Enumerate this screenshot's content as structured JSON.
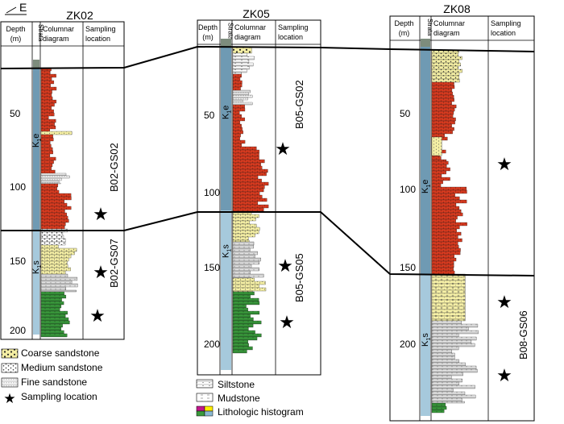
{
  "direction_label": "E",
  "column_headers": {
    "depth": [
      "Depth",
      "(m)"
    ],
    "strata": "Strata",
    "columnar": [
      "Columnar",
      "diagram"
    ],
    "sampling": [
      "Sampling",
      "location"
    ]
  },
  "boreholes": [
    {
      "name": "ZK02",
      "depth_ticks": [
        "50",
        "100",
        "150",
        "200"
      ],
      "units": [
        {
          "label": "K",
          "sub": "1",
          "suffix": "e"
        },
        {
          "label": "K",
          "sub": "1",
          "suffix": "s"
        }
      ],
      "samples": [
        "B02-GS02",
        "B02-GS07"
      ]
    },
    {
      "name": "ZK05",
      "depth_ticks": [
        "50",
        "100",
        "150",
        "200"
      ],
      "units": [
        {
          "label": "K",
          "sub": "1",
          "suffix": "e"
        },
        {
          "label": "K",
          "sub": "1",
          "suffix": "s"
        }
      ],
      "samples": [
        "B05-GS02",
        "B05-GS05"
      ]
    },
    {
      "name": "ZK08",
      "depth_ticks": [
        "50",
        "100",
        "150",
        "200"
      ],
      "units": [
        {
          "label": "K",
          "sub": "1",
          "suffix": "e"
        },
        {
          "label": "K",
          "sub": "1",
          "suffix": "s"
        }
      ],
      "samples": [
        "B08-GS06"
      ]
    }
  ],
  "legend_left": [
    "Coarse sandstone",
    "Medium sandstone",
    "Fine sandstone",
    "Sampling location"
  ],
  "legend_mid": [
    "Siltstone",
    "Mudstone",
    "Lithologic histogram"
  ],
  "colors": {
    "strata_e": "#6f9ab3",
    "strata_s": "#a6c9dc",
    "red": "#d63a1f",
    "yellow": "#f4eea4",
    "bright_yellow": "#ffee00",
    "grey": "#e3e3e3",
    "green": "#3a9a3c",
    "magenta": "#c2188c",
    "top_grey": "#7d8c7d",
    "top_tan": "#e0b060"
  }
}
